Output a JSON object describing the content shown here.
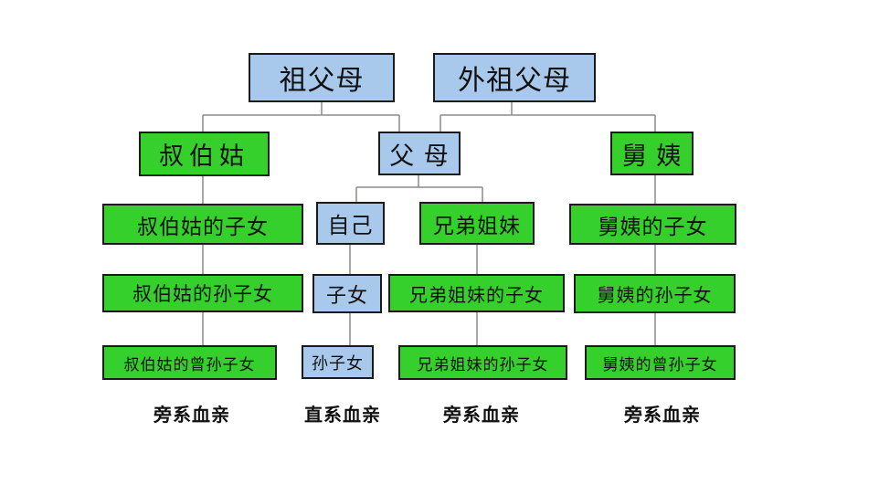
{
  "colors": {
    "blue_node": "#a9c9ec",
    "green_node": "#35d02c",
    "border": "#1a1a1a",
    "connector": "#8a8a8a"
  },
  "nodes": {
    "grandparents": "祖父母",
    "maternal_grandparents": "外祖父母",
    "uncles_aunts": "叔伯姑",
    "parents": "父 母",
    "maternal_uncles_aunts": "舅 姨",
    "uncles_aunts_children": "叔伯姑的子女",
    "self": "自己",
    "siblings": "兄弟姐妹",
    "maternal_uncles_aunts_children": "舅姨的子女",
    "uncles_aunts_grandchildren": "叔伯姑的孙子女",
    "children": "子女",
    "siblings_children": "兄弟姐妹的子女",
    "maternal_uncles_aunts_grandchildren": "舅姨的孙子女",
    "uncles_aunts_great_grandchildren": "叔伯姑的曾孙子女",
    "grandchildren": "孙子女",
    "siblings_grandchildren": "兄弟姐妹的孙子女",
    "maternal_uncles_aunts_great_grandchildren": "舅姨的曾孙子女"
  },
  "labels": {
    "collateral_1": "旁系血亲",
    "lineal": "直系血亲",
    "collateral_2": "旁系血亲",
    "collateral_3": "旁系血亲"
  }
}
